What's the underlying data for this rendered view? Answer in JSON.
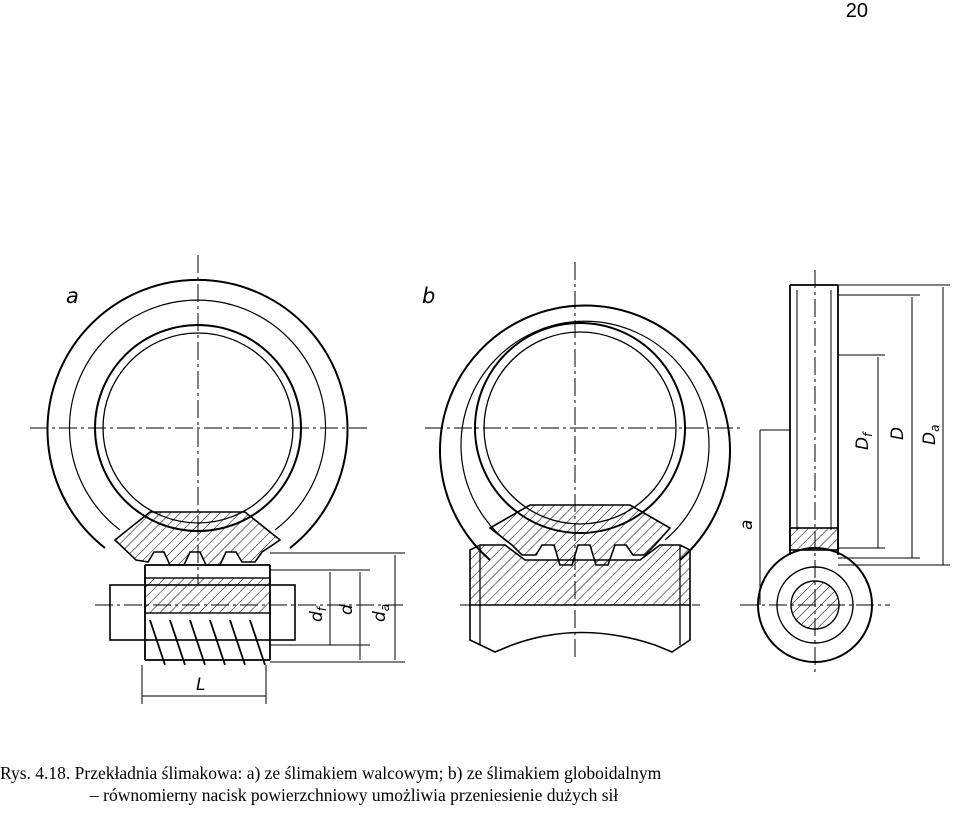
{
  "page": {
    "number": "20"
  },
  "figure": {
    "label_a": "a",
    "label_b": "b",
    "dim_df": "d",
    "dim_df_sub": "f",
    "dim_d": "d",
    "dim_da": "d",
    "dim_da_sub": "a",
    "dim_L": "L",
    "dim_a": "a",
    "dim_Df": "D",
    "dim_Df_sub": "f",
    "dim_D": "D",
    "dim_Da": "D",
    "dim_Da_sub": "a"
  },
  "caption": {
    "line1": "Rys. 4.18. Przekładnia ślimakowa: a) ze ślimakiem walcowym; b) ze ślimakiem globoidalnym",
    "line2": "– równomierny nacisk powierzchniowy umożliwia przeniesienie dużych sił"
  }
}
